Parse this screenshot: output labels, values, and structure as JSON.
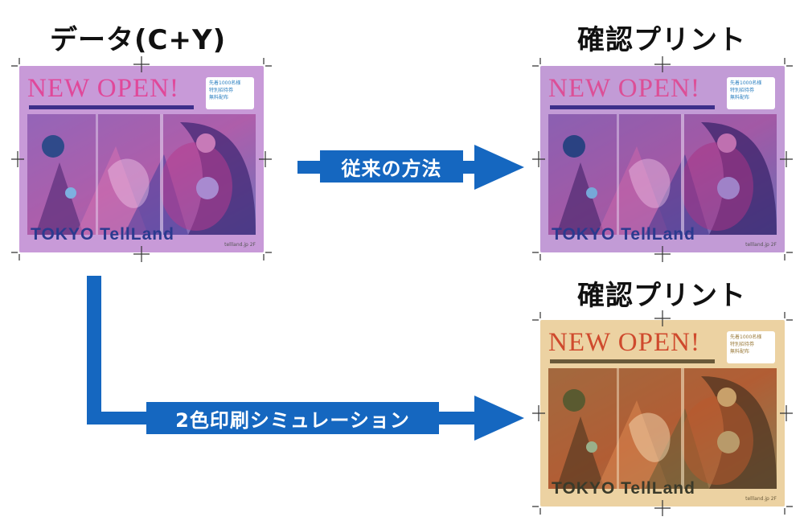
{
  "headings": {
    "source": "データ(C+Y)",
    "proof_top": "確認プリント",
    "proof_bottom": "確認プリント"
  },
  "arrows": {
    "conventional": "従来の方法",
    "two_color": "2色印刷シミュレーション"
  },
  "poster": {
    "headline": "NEW OPEN!",
    "brand": "TOKYO TellLand",
    "info_lines": [
      "先着1000名様",
      "特別招待券",
      "無料配布"
    ],
    "fine_print": "tellland.jp 2F"
  },
  "colors": {
    "arrow_blue": "#1567c0",
    "cy_background": "#c89ad8",
    "cy_headline": "#e0489a",
    "cy_brand": "#2b3a8f",
    "sim_background": "#ecd2a2",
    "sim_headline": "#cf4a2d",
    "sim_brand": "#3a3a2a"
  }
}
